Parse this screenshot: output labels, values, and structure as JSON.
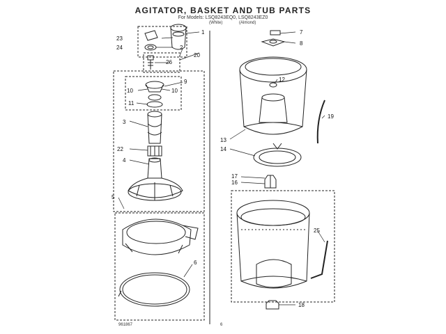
{
  "header": {
    "title": "AGITATOR, BASKET AND TUB PARTS",
    "models": "For Models: LSQ8243EQ0, LSQ8243EZ0",
    "variant_left": "(White)",
    "variant_right": "(Almond)"
  },
  "footer": {
    "doc_number": "961867",
    "page_number": "6"
  },
  "callouts": {
    "c1": "1",
    "c2": "2",
    "c3": "3",
    "c4": "4",
    "c5": "5",
    "c6": "6",
    "c7": "7",
    "c8": "8",
    "c9": "9",
    "c10a": "10",
    "c10b": "10",
    "c11": "11",
    "c12": "12",
    "c13": "13",
    "c14": "14",
    "c16": "16",
    "c17": "17",
    "c18": "18",
    "c19": "19",
    "c20": "20",
    "c22": "22",
    "c23": "23",
    "c24": "24",
    "c25": "25",
    "c26": "26"
  }
}
